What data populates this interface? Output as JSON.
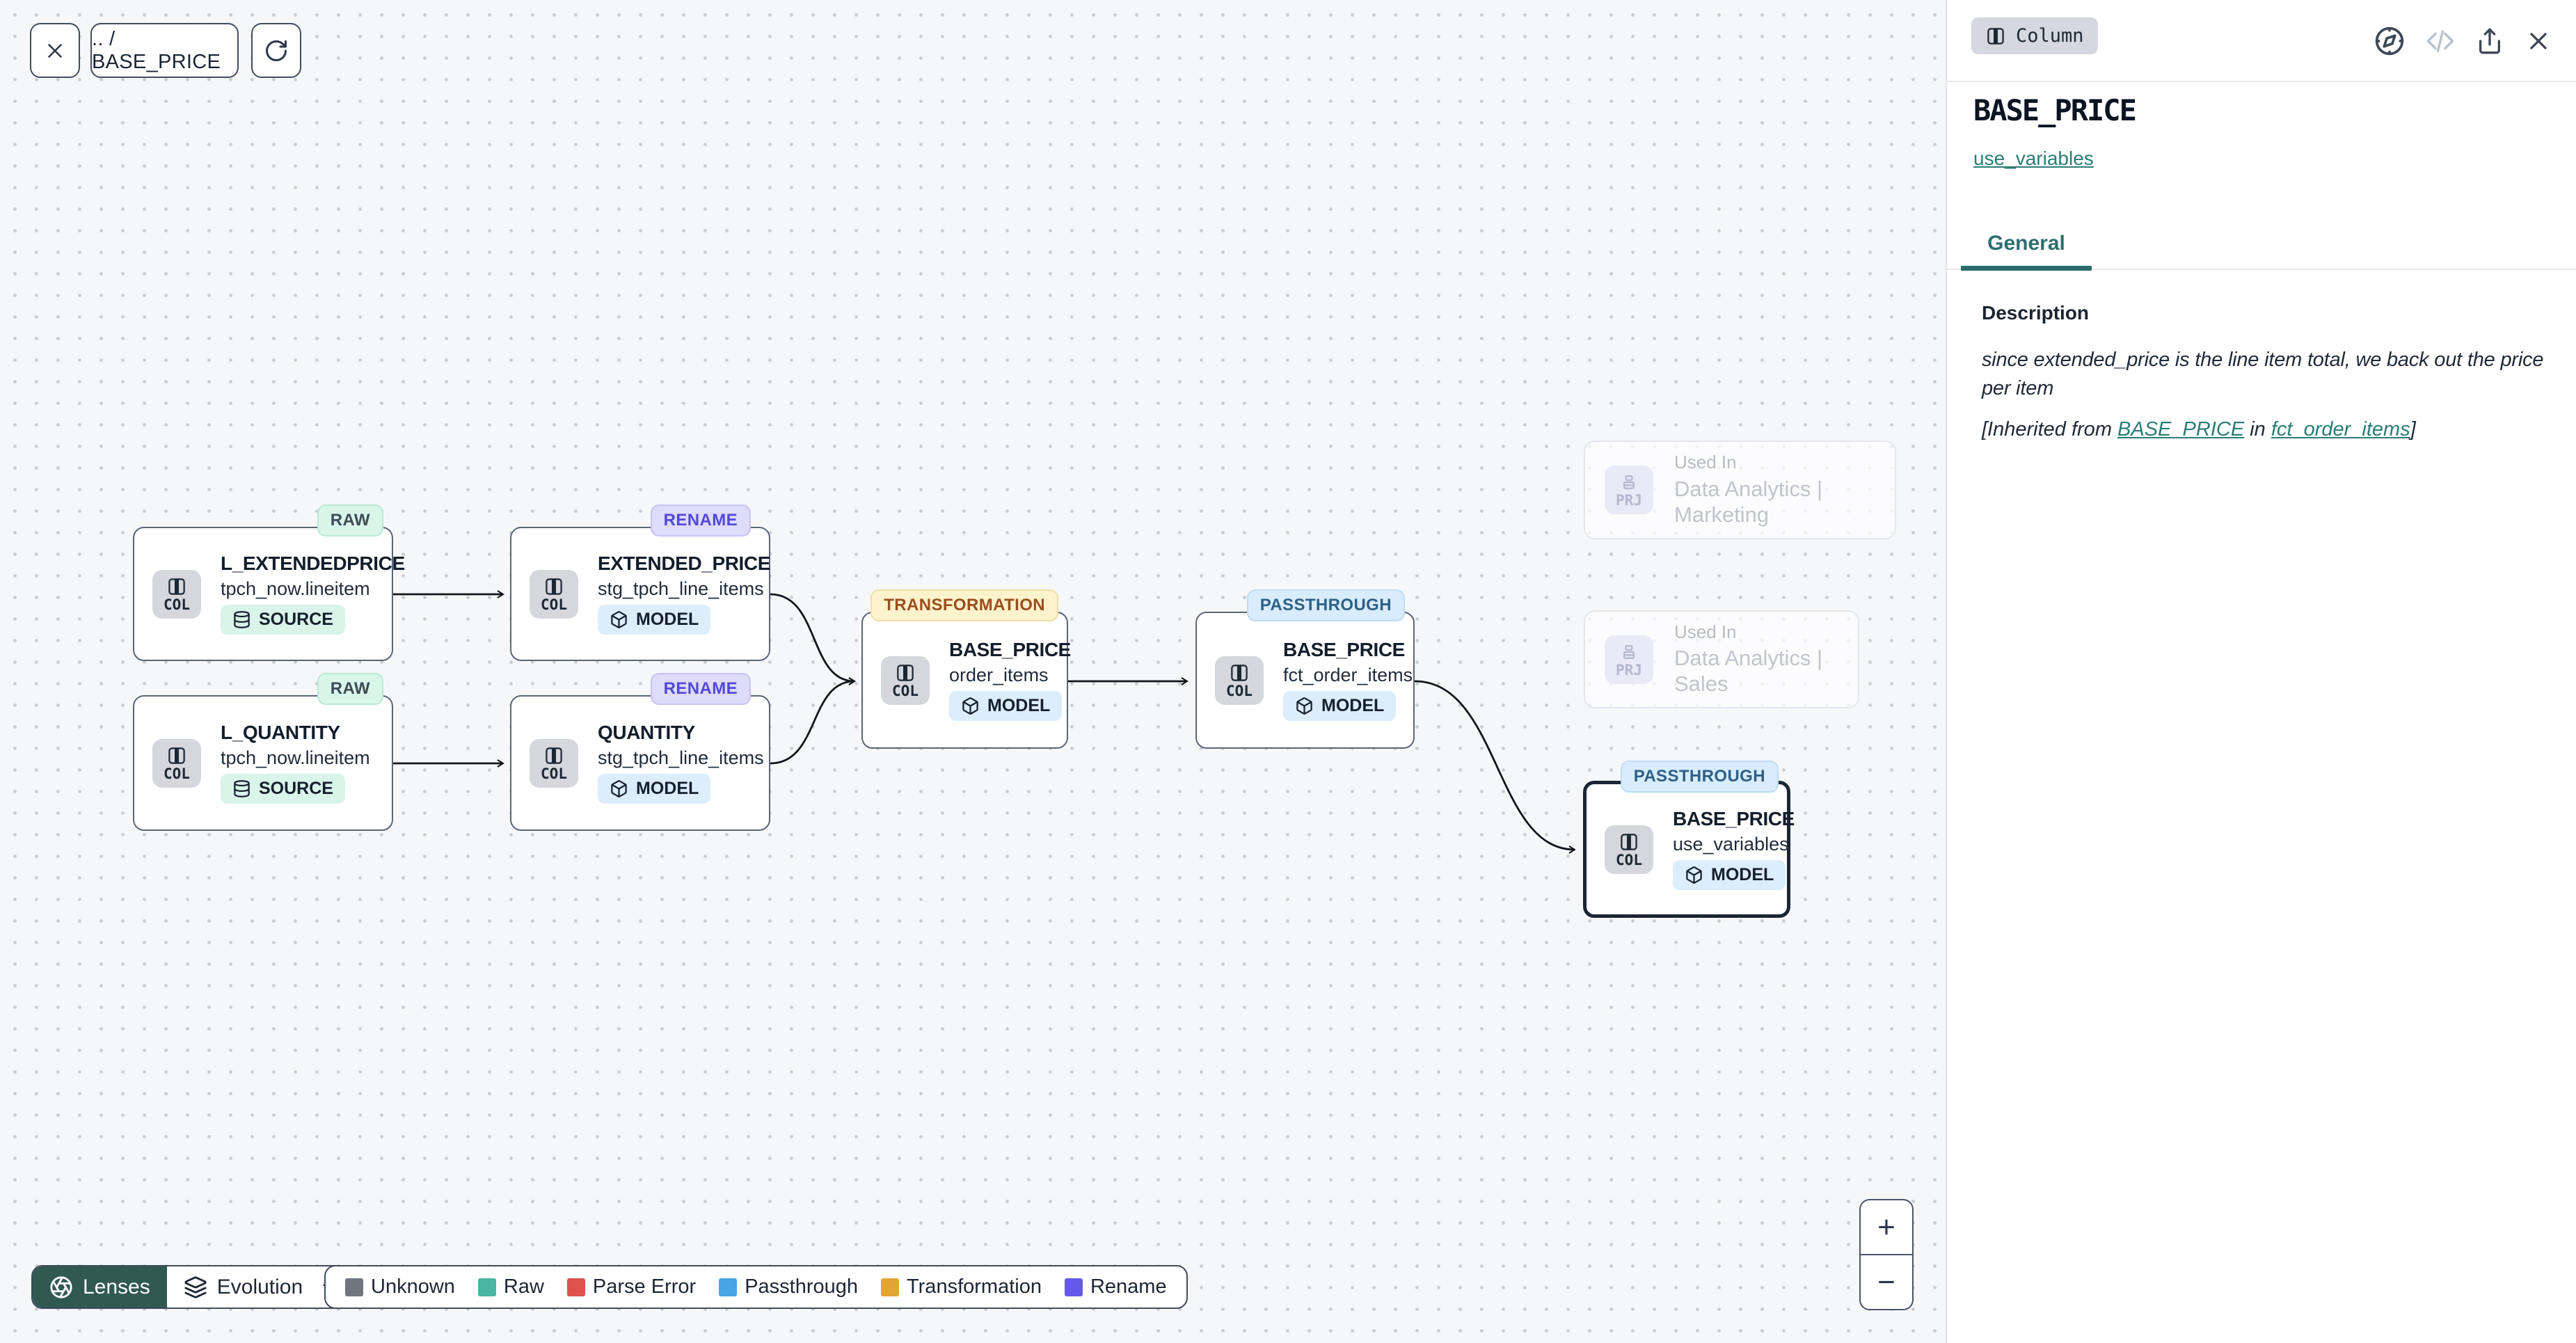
{
  "toolbar": {
    "breadcrumb": ".. / BASE_PRICE"
  },
  "canvas": {
    "col_label": "COL",
    "prj_label": "PRJ",
    "nodes": [
      {
        "badge": "RAW",
        "title": "L_EXTENDEDPRICE",
        "subtitle": "tpch_now.lineitem",
        "kind": "SOURCE"
      },
      {
        "badge": "RENAME",
        "title": "EXTENDED_PRICE",
        "subtitle": "stg_tpch_line_items",
        "kind": "MODEL"
      },
      {
        "badge": "RAW",
        "title": "L_QUANTITY",
        "subtitle": "tpch_now.lineitem",
        "kind": "SOURCE"
      },
      {
        "badge": "RENAME",
        "title": "QUANTITY",
        "subtitle": "stg_tpch_line_items",
        "kind": "MODEL"
      },
      {
        "badge": "TRANSFORMATION",
        "title": "BASE_PRICE",
        "subtitle": "order_items",
        "kind": "MODEL"
      },
      {
        "badge": "PASSTHROUGH",
        "title": "BASE_PRICE",
        "subtitle": "fct_order_items",
        "kind": "MODEL"
      },
      {
        "badge": "PASSTHROUGH",
        "title": "BASE_PRICE",
        "subtitle": "use_variables",
        "kind": "MODEL",
        "selected": true
      }
    ],
    "ghost_nodes": [
      {
        "label": "Used In",
        "name": "Data Analytics | Marketing"
      },
      {
        "label": "Used In",
        "name": "Data Analytics | Sales"
      }
    ]
  },
  "lenses": {
    "button": "Lenses",
    "selected": "Evolution"
  },
  "legend": {
    "items": [
      {
        "label": "Unknown",
        "color": "#71767e"
      },
      {
        "label": "Raw",
        "color": "#4ab5a1"
      },
      {
        "label": "Parse Error",
        "color": "#dd524c"
      },
      {
        "label": "Passthrough",
        "color": "#49a5e3"
      },
      {
        "label": "Transformation",
        "color": "#e3a536"
      },
      {
        "label": "Rename",
        "color": "#6459e8"
      }
    ]
  },
  "zoom": {
    "in": "+",
    "out": "−"
  },
  "panel": {
    "type_badge": "Column",
    "title": "BASE_PRICE",
    "model_link": "use_variables",
    "tab": "General",
    "description_heading": "Description",
    "description": "since extended_price is the line item total, we back out the price per item",
    "inherited": {
      "prefix": "[Inherited from ",
      "link1": "BASE_PRICE",
      "middle": " in ",
      "link2": "fct_order_items",
      "suffix": "]"
    }
  }
}
